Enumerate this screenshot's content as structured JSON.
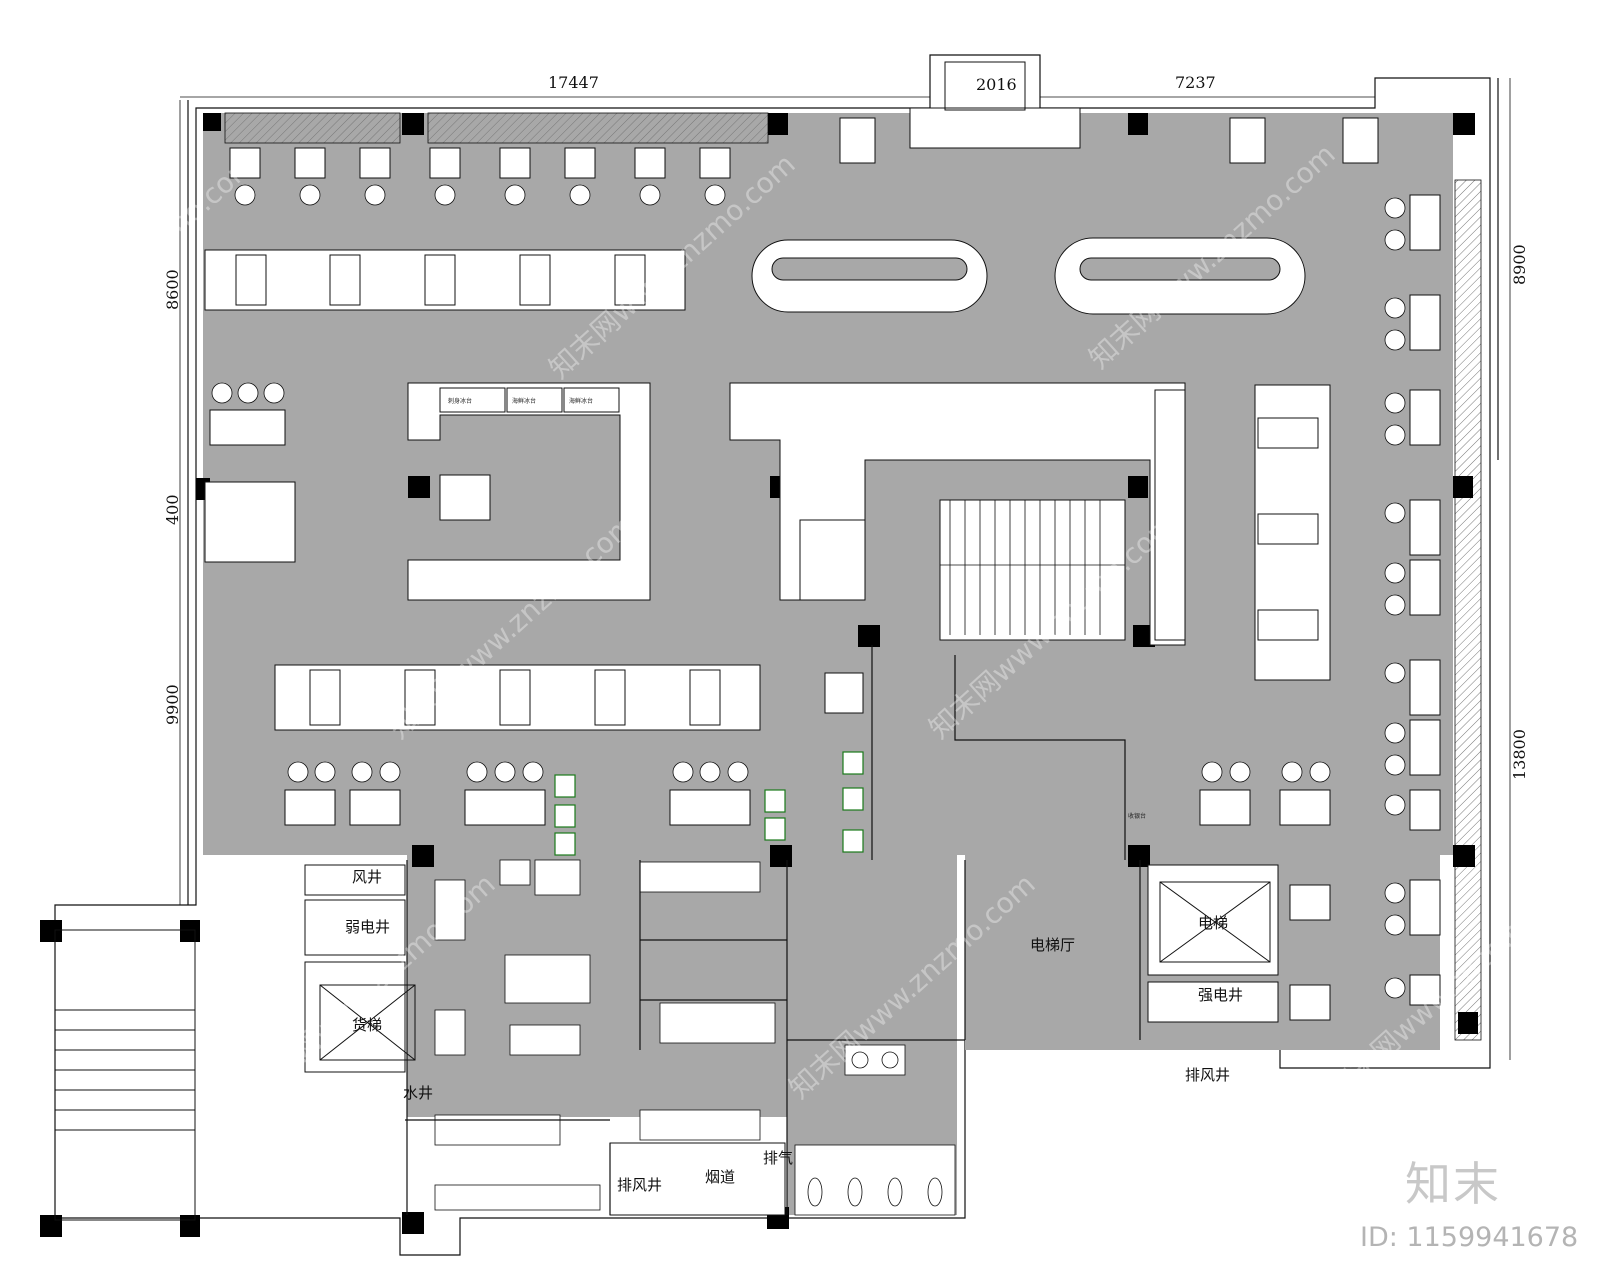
{
  "dimensions": {
    "top_left": "17447",
    "top_door": "2016",
    "top_right": "7237",
    "left_upper": "8600",
    "left_mid": "400",
    "left_lower": "9900",
    "right_upper": "8900",
    "right_lower": "13800"
  },
  "rooms": {
    "wind_shaft": "风井",
    "weak_current_shaft": "弱电井",
    "freight_elevator": "货梯",
    "water_shaft": "水井",
    "elevator_hall": "电梯厅",
    "elevator": "电梯",
    "strong_current_shaft": "强电井",
    "exhaust_shaft_right": "排风井",
    "exhaust_shaft_bottom": "排风井",
    "flue": "烟道",
    "exhaust": "排气"
  },
  "stations": {
    "sashimi_ice": "刺身冰台",
    "seafood_ice_1": "海鲜冰台",
    "seafood_ice_2": "海鲜冰台",
    "cashier": "收银台"
  },
  "brand": {
    "logo": "知末",
    "id_text": "ID: 1159941678"
  },
  "watermarks": [
    "知末网www.znzmo.com"
  ],
  "colors": {
    "floor": "#a8a8a8",
    "wall": "#ffffff",
    "line": "#111111",
    "column": "#000000",
    "hatch": "#cfcfcf"
  }
}
